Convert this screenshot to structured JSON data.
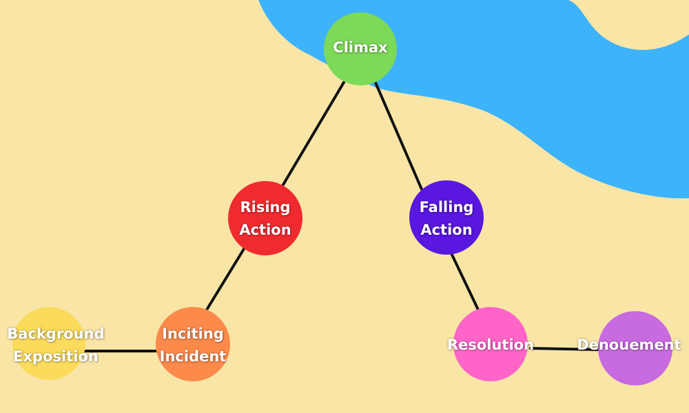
{
  "colors": {
    "background": "#f9e6a6",
    "water": "#3db3fb",
    "line": "#111111"
  },
  "nodes": {
    "climax": {
      "lines": [
        "Climax"
      ],
      "color": "#7dd958"
    },
    "rising_action": {
      "lines": [
        "Rising",
        "Action"
      ],
      "color": "#f02b30"
    },
    "falling_action": {
      "lines": [
        "Falling",
        "Action"
      ],
      "color": "#5a17e0"
    },
    "inciting_incident": {
      "lines": [
        "Inciting",
        "Incident"
      ],
      "color": "#fc8a4a"
    },
    "background_exposition": {
      "lines": [
        "Background",
        "Exposition"
      ],
      "color": "#fbdb5c"
    },
    "resolution": {
      "lines": [
        "Resolution"
      ],
      "color": "#ff64c8"
    },
    "denouement": {
      "lines": [
        "Denouement"
      ],
      "color": "#c86ae0"
    }
  }
}
